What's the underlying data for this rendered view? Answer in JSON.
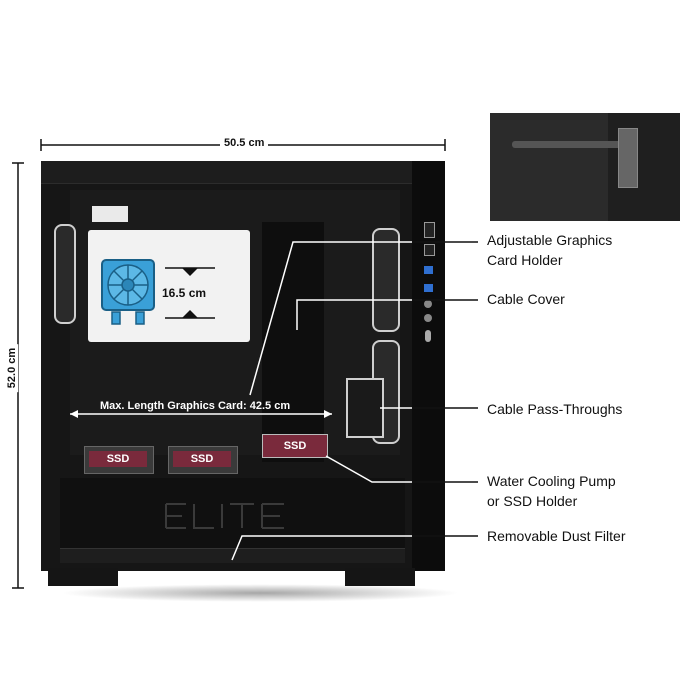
{
  "dimensions": {
    "width": "50.5 cm",
    "height": "52.0 cm",
    "cooler_height": "16.5 cm",
    "max_graphics_card": "Max. Length Graphics Card: 42.5 cm"
  },
  "brand_logo_text": "ELITE",
  "ssd_labels": [
    "SSD",
    "SSD",
    "SSD"
  ],
  "callouts": {
    "graphics_holder": [
      "Adjustable Graphics",
      "Card Holder"
    ],
    "cable_cover": "Cable Cover",
    "pass_throughs": "Cable Pass-Throughs",
    "pump_holder": [
      "Water Cooling Pump",
      "or SSD Holder"
    ],
    "dust_filter": "Removable Dust Filter"
  },
  "colors": {
    "case": "#161616",
    "ssd": "#7a2a3c",
    "cooler_fan": "#3aa0d8",
    "cooler_card": "#f2f2f2"
  }
}
